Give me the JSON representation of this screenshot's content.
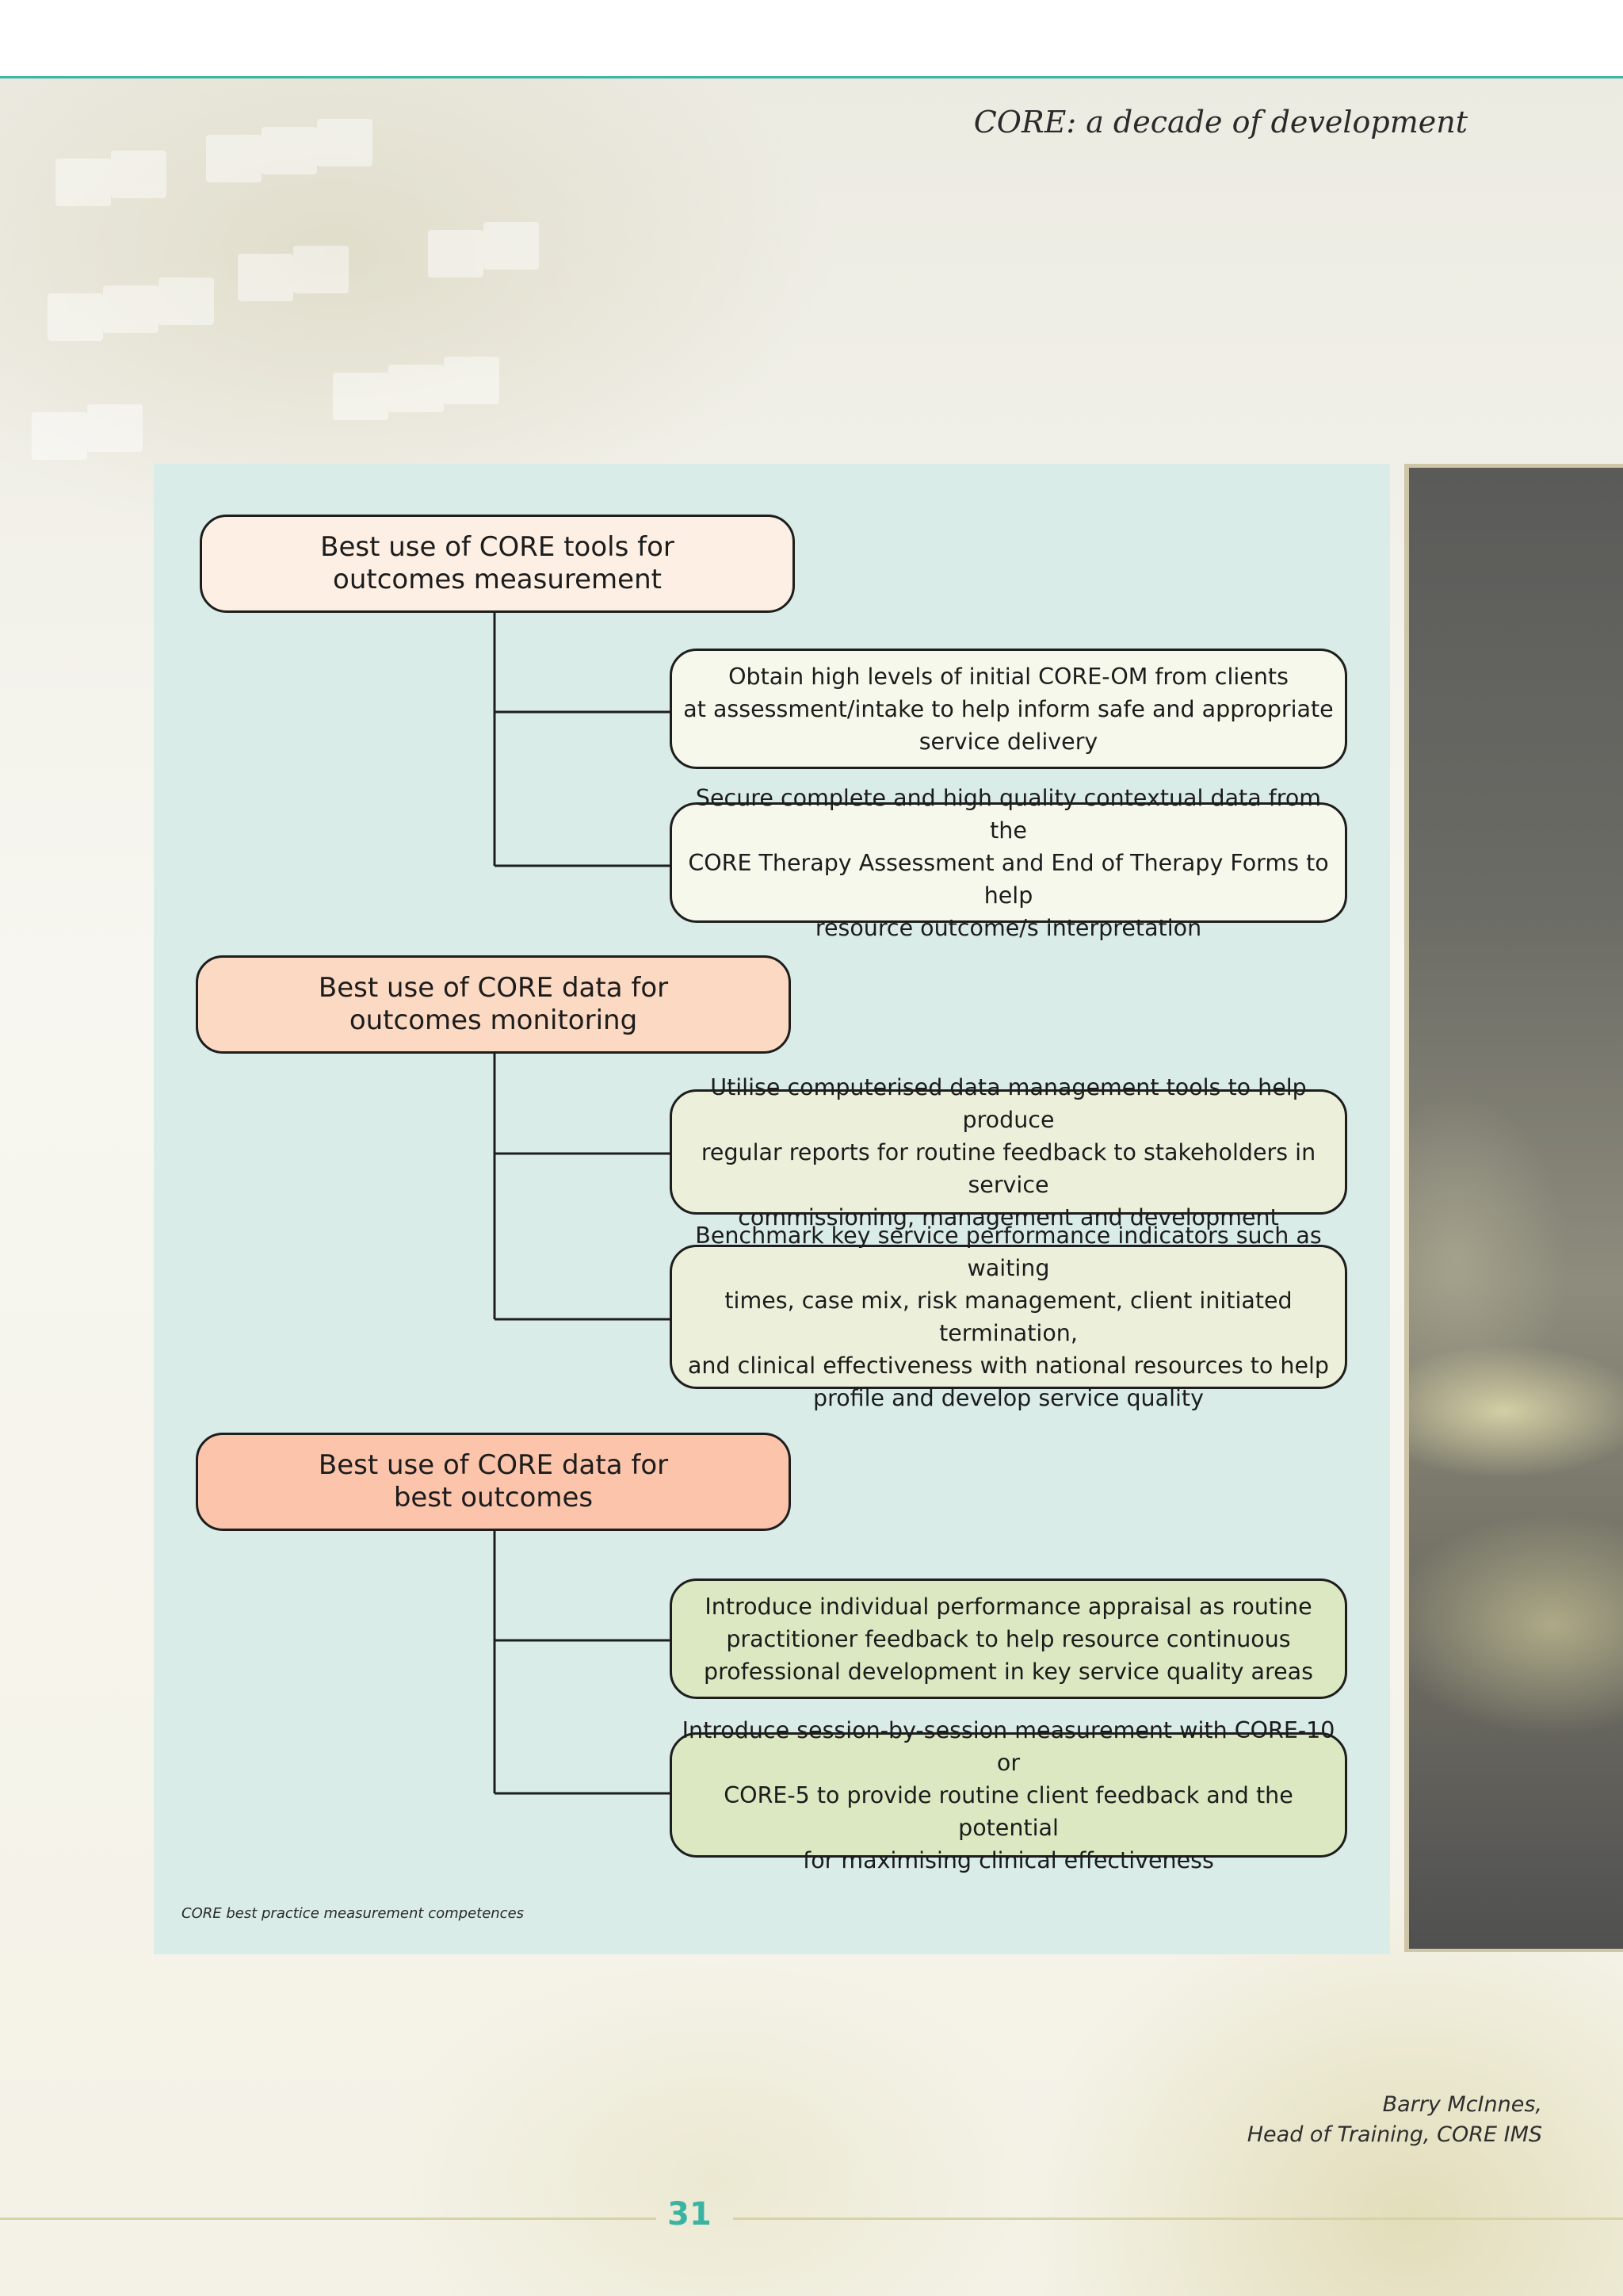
{
  "header": {
    "title": "CORE: a decade of development"
  },
  "diagram": {
    "sections": [
      {
        "heading": "Best use of CORE tools for\noutcomes measurement",
        "items": [
          "Obtain high levels of initial CORE-OM from clients\nat assessment/intake to help inform safe and appropriate\nservice delivery",
          "Secure complete and high quality contextual data from the\nCORE Therapy Assessment and End of Therapy Forms to help\nresource outcome/s interpretation"
        ]
      },
      {
        "heading": "Best use of CORE data for\noutcomes monitoring",
        "items": [
          "Utilise computerised data management tools to help produce\nregular reports for routine feedback to stakeholders in service\ncommissioning, management and development",
          "Benchmark key service performance indicators such as waiting\ntimes, case mix, risk management, client initiated termination,\nand clinical effectiveness with national resources to help\nprofile and develop service quality"
        ]
      },
      {
        "heading": "Best use of CORE data for\nbest outcomes",
        "items": [
          "Introduce individual performance appraisal as routine\npractitioner feedback to help resource continuous\nprofessional development in key service quality areas",
          "Introduce session-by-session measurement with CORE-10 or\nCORE-5 to provide routine client feedback and the potential\nfor maximising clinical effectiveness"
        ]
      }
    ],
    "caption": "CORE best practice measurement competences"
  },
  "colors": {
    "heading_fills": [
      "#fdefe3",
      "#fcd9c2",
      "#fbc4ab"
    ],
    "item_fills": [
      "#f7f8ec",
      "#ecf0da",
      "#dbe8c2"
    ],
    "connector": "#1e1e1e",
    "accent": "#3bb3a3"
  },
  "author": {
    "name": "Barry McInnes,",
    "role": "Head of Training, CORE IMS"
  },
  "footer": {
    "page_number": "31"
  }
}
